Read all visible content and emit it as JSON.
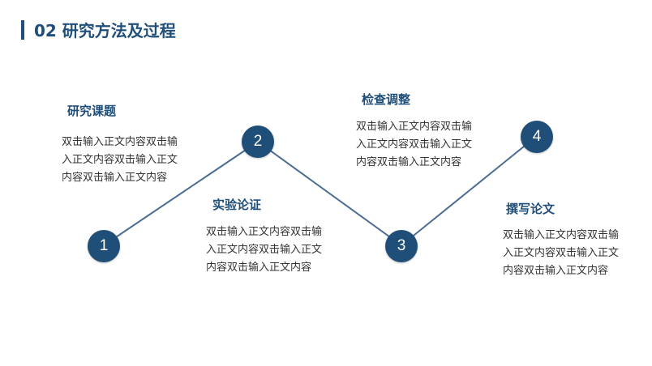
{
  "header": {
    "title": "02 研究方法及过程"
  },
  "colors": {
    "accent": "#1f4e79",
    "text": "#333333"
  },
  "steps": [
    {
      "number": "1",
      "title": "研究课题",
      "description": "双击输入正文内容双击输入正文内容双击输入正文内容双击输入正文内容"
    },
    {
      "number": "2",
      "title": "实验论证",
      "description": "双击输入正文内容双击输入正文内容双击输入正文内容双击输入正文内容"
    },
    {
      "number": "3",
      "title": "检查调整",
      "description": "双击输入正文内容双击输入正文内容双击输入正文内容双击输入正文内容"
    },
    {
      "number": "4",
      "title": "撰写论文",
      "description": "双击输入正文内容双击输入正文内容双击输入正文内容双击输入正文内容"
    }
  ]
}
